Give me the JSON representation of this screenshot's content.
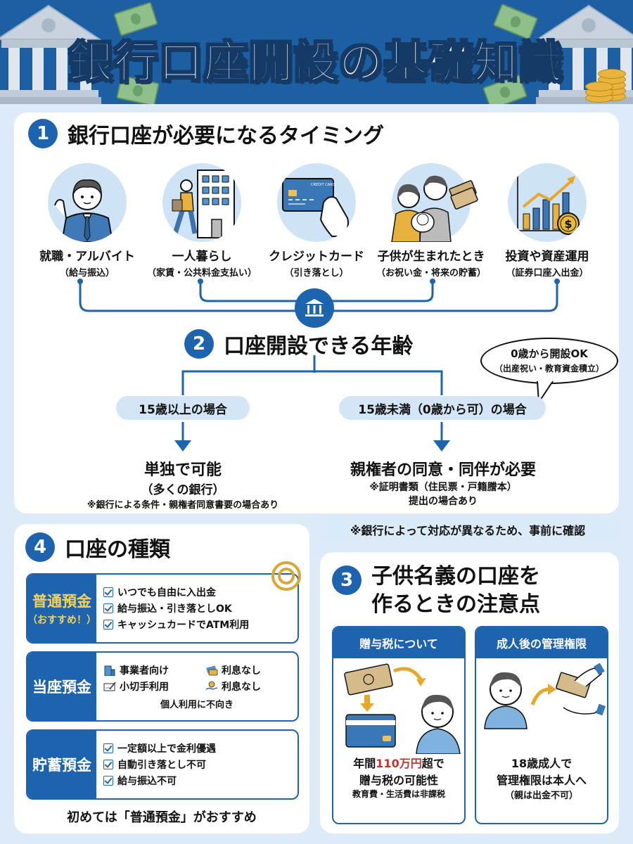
{
  "header": {
    "title": "銀行口座開設の基礎知識"
  },
  "section1": {
    "number": "1",
    "title": "銀行口座が必要になるタイミング",
    "items": [
      {
        "label": "就職・アルバイト",
        "sub": "（給与振込）",
        "icon": "businessman-icon"
      },
      {
        "label": "一人暮らし",
        "sub": "（家賃・公共料金支払い）",
        "icon": "moving-apartment-icon"
      },
      {
        "label": "クレジットカード",
        "sub": "（引き落とし）",
        "icon": "credit-card-icon",
        "card_text": "CREDIT CARD"
      },
      {
        "label": "子供が生まれたとき",
        "sub": "（お祝い金・将来の貯蓄）",
        "icon": "family-baby-icon"
      },
      {
        "label": "投資や資産運用",
        "sub": "（証券口座入出金）",
        "icon": "investment-chart-icon",
        "coin_symbol": "$"
      }
    ],
    "hub_icon": "bank-icon"
  },
  "section2": {
    "number": "2",
    "title": "口座開設できる年齢",
    "bubble": {
      "line1": "0歳から開設OK",
      "line2": "（出産祝い・教育資金積立）"
    },
    "branches": [
      {
        "condition": "15歳以上の場合",
        "result": "単独で可能",
        "detail": "（多くの銀行）",
        "note": "※銀行による条件・親権者同意書要の場合あり"
      },
      {
        "condition": "15歳未満（0歳から可）の場合",
        "result": "親権者の同意・同伴が必要",
        "detail": "※証明書類（住民票・戸籍謄本）",
        "note": "提出の場合あり"
      }
    ],
    "footnote": "※銀行によって対応が異なるため、事前に確認"
  },
  "section4": {
    "number": "4",
    "title": "口座の種類",
    "accounts": [
      {
        "name": "普通預金",
        "tag": "（おすすめ！）",
        "points": [
          "いつでも自由に入出金",
          "給与振込・引き落としOK",
          "キャッシュカードでATM利用"
        ]
      },
      {
        "name": "当座預金",
        "features": [
          {
            "icon": "office-building-icon",
            "text": "事業者向け"
          },
          {
            "icon": "wallet-card-icon",
            "text": "利息なし"
          },
          {
            "icon": "check-pen-icon",
            "text": "小切手利用"
          },
          {
            "icon": "coin-hand-icon",
            "text": "利息なし"
          }
        ],
        "note": "個人利用に不向き"
      },
      {
        "name": "貯蓄預金",
        "points": [
          "一定額以上で金利優遇",
          "自動引き落とし不可",
          "給与振込不可"
        ]
      }
    ],
    "recommendation": "初めては「普通預金」がおすすめ"
  },
  "section3": {
    "number": "3",
    "title_line1": "子供名義の口座を",
    "title_line2": "作るときの注意点",
    "cards": [
      {
        "header": "贈与税について",
        "pre": "年間",
        "highlight": "110万円",
        "post": "超で",
        "line2": "贈与税の可能性",
        "line3": "教育費・生活費は非課税"
      },
      {
        "header": "成人後の管理権限",
        "line1": "18歳成人で",
        "line2": "管理権限は本人へ",
        "line3": "（親は出金不可）"
      }
    ]
  },
  "colors": {
    "primary": "#1e63ad",
    "header_bg": "#1d5fa3",
    "page_bg": "#dcebf7",
    "pill_bg": "#d4e6f6",
    "accent_yellow": "#f4d25b",
    "highlight_red": "#c8322e",
    "gold": "#d8a736"
  }
}
